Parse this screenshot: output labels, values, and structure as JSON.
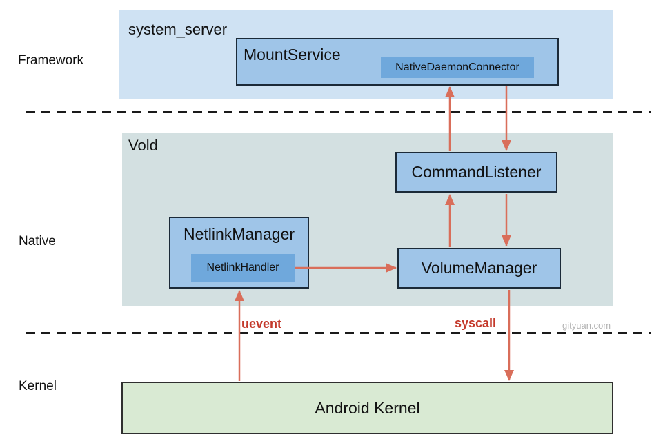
{
  "layers": {
    "framework": "Framework",
    "native": "Native",
    "kernel": "Kernel"
  },
  "framework": {
    "container": "system_server",
    "mount_service": "MountService",
    "native_daemon_connector": "NativeDaemonConnector"
  },
  "vold": {
    "container": "Vold",
    "command_listener": "CommandListener",
    "netlink_manager": "NetlinkManager",
    "netlink_handler": "NetlinkHandler",
    "volume_manager": "VolumeManager"
  },
  "kernel": {
    "android_kernel": "Android Kernel"
  },
  "arrows": {
    "uevent_label": "uevent",
    "syscall_label": "syscall"
  },
  "watermark": "gityuan.com",
  "colors": {
    "framework_container_bg": "#cfe2f3",
    "native_container_bg": "#d3e0e1",
    "kernel_box_bg": "#d9ead3",
    "component_box_bg": "#9fc5e8",
    "inner_box_bg": "#6fa8dc",
    "box_border": "#1b2a38",
    "arrow": "#d96e5a",
    "arrow_label": "#c4392b",
    "watermark": "#b3b3b3",
    "dashed_line": "#1a1a1a"
  }
}
